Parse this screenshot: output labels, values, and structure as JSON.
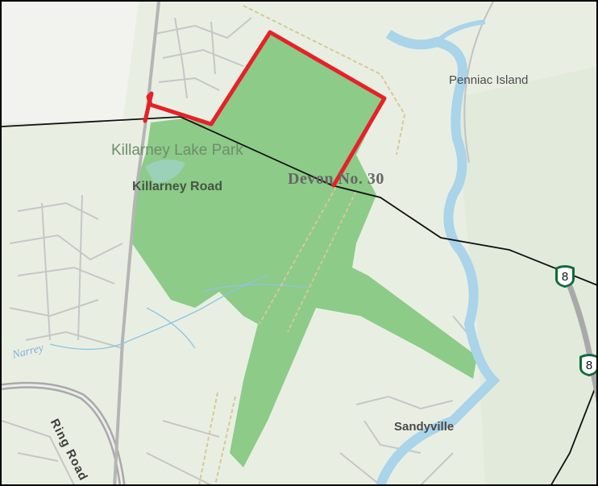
{
  "map": {
    "labels": {
      "park": "Killarney Lake Park",
      "road": "Killarney Road",
      "parish": "Devon No. 30",
      "island": "Penniac Island",
      "community": "Sandyville",
      "ring_road": "Ring Road",
      "stream": "Narrey"
    },
    "highway_shields": [
      {
        "route": "8"
      },
      {
        "route": "8"
      }
    ],
    "colors": {
      "boundary_outline": "#e62128",
      "protected_area_fill": "#6fbf6a",
      "river": "#a9d4ea",
      "roads": "#bdbdbd",
      "parish_line": "#111111",
      "highway_shield": "#0f6b3a"
    }
  }
}
